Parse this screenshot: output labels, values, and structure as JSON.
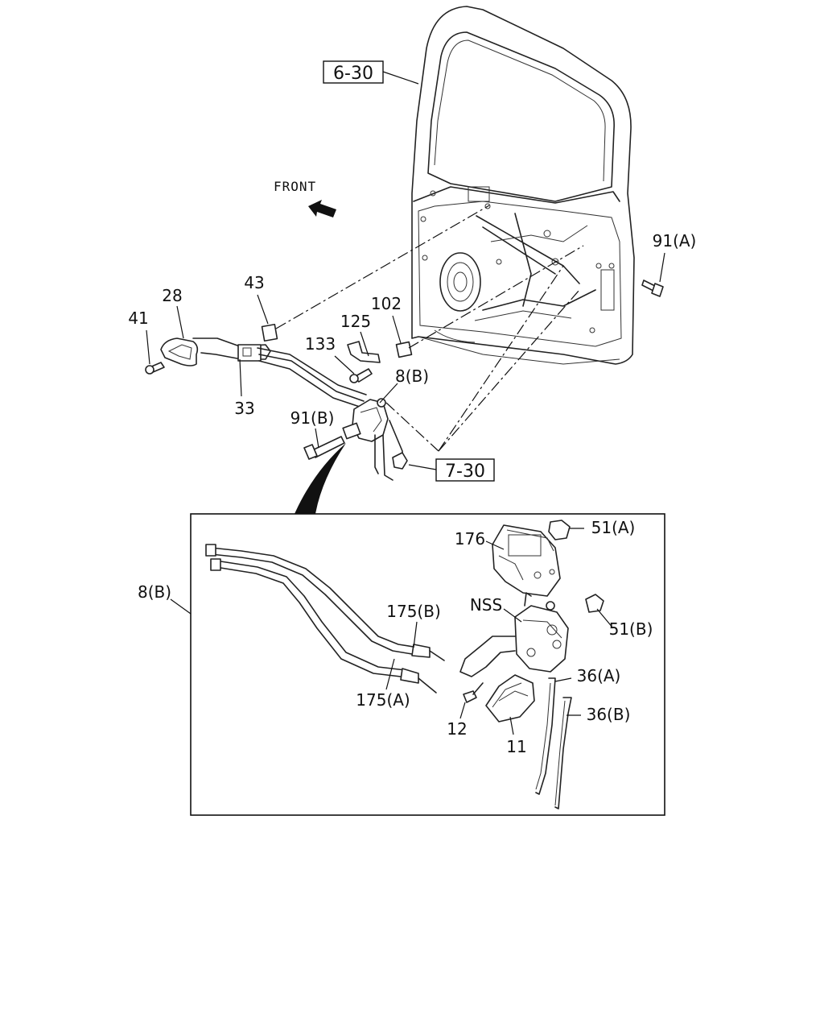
{
  "ref_boxes": {
    "door_ref": "6-30",
    "handle_ref": "7-30"
  },
  "direction": {
    "front_label": "FRONT"
  },
  "callouts": {
    "p41": "41",
    "p28": "28",
    "p43": "43",
    "p33": "33",
    "p125": "125",
    "p102": "102",
    "p133": "133",
    "p8b_top": "8(B)",
    "p91b": "91(B)",
    "p91a": "91(A)",
    "p8b_detail": "8(B)",
    "p176": "176",
    "p51a": "51(A)",
    "p51b": "51(B)",
    "p175b": "175(B)",
    "p175a": "175(A)",
    "nss": "NSS",
    "p36a": "36(A)",
    "p36b": "36(B)",
    "p12": "12",
    "p11": "11"
  }
}
